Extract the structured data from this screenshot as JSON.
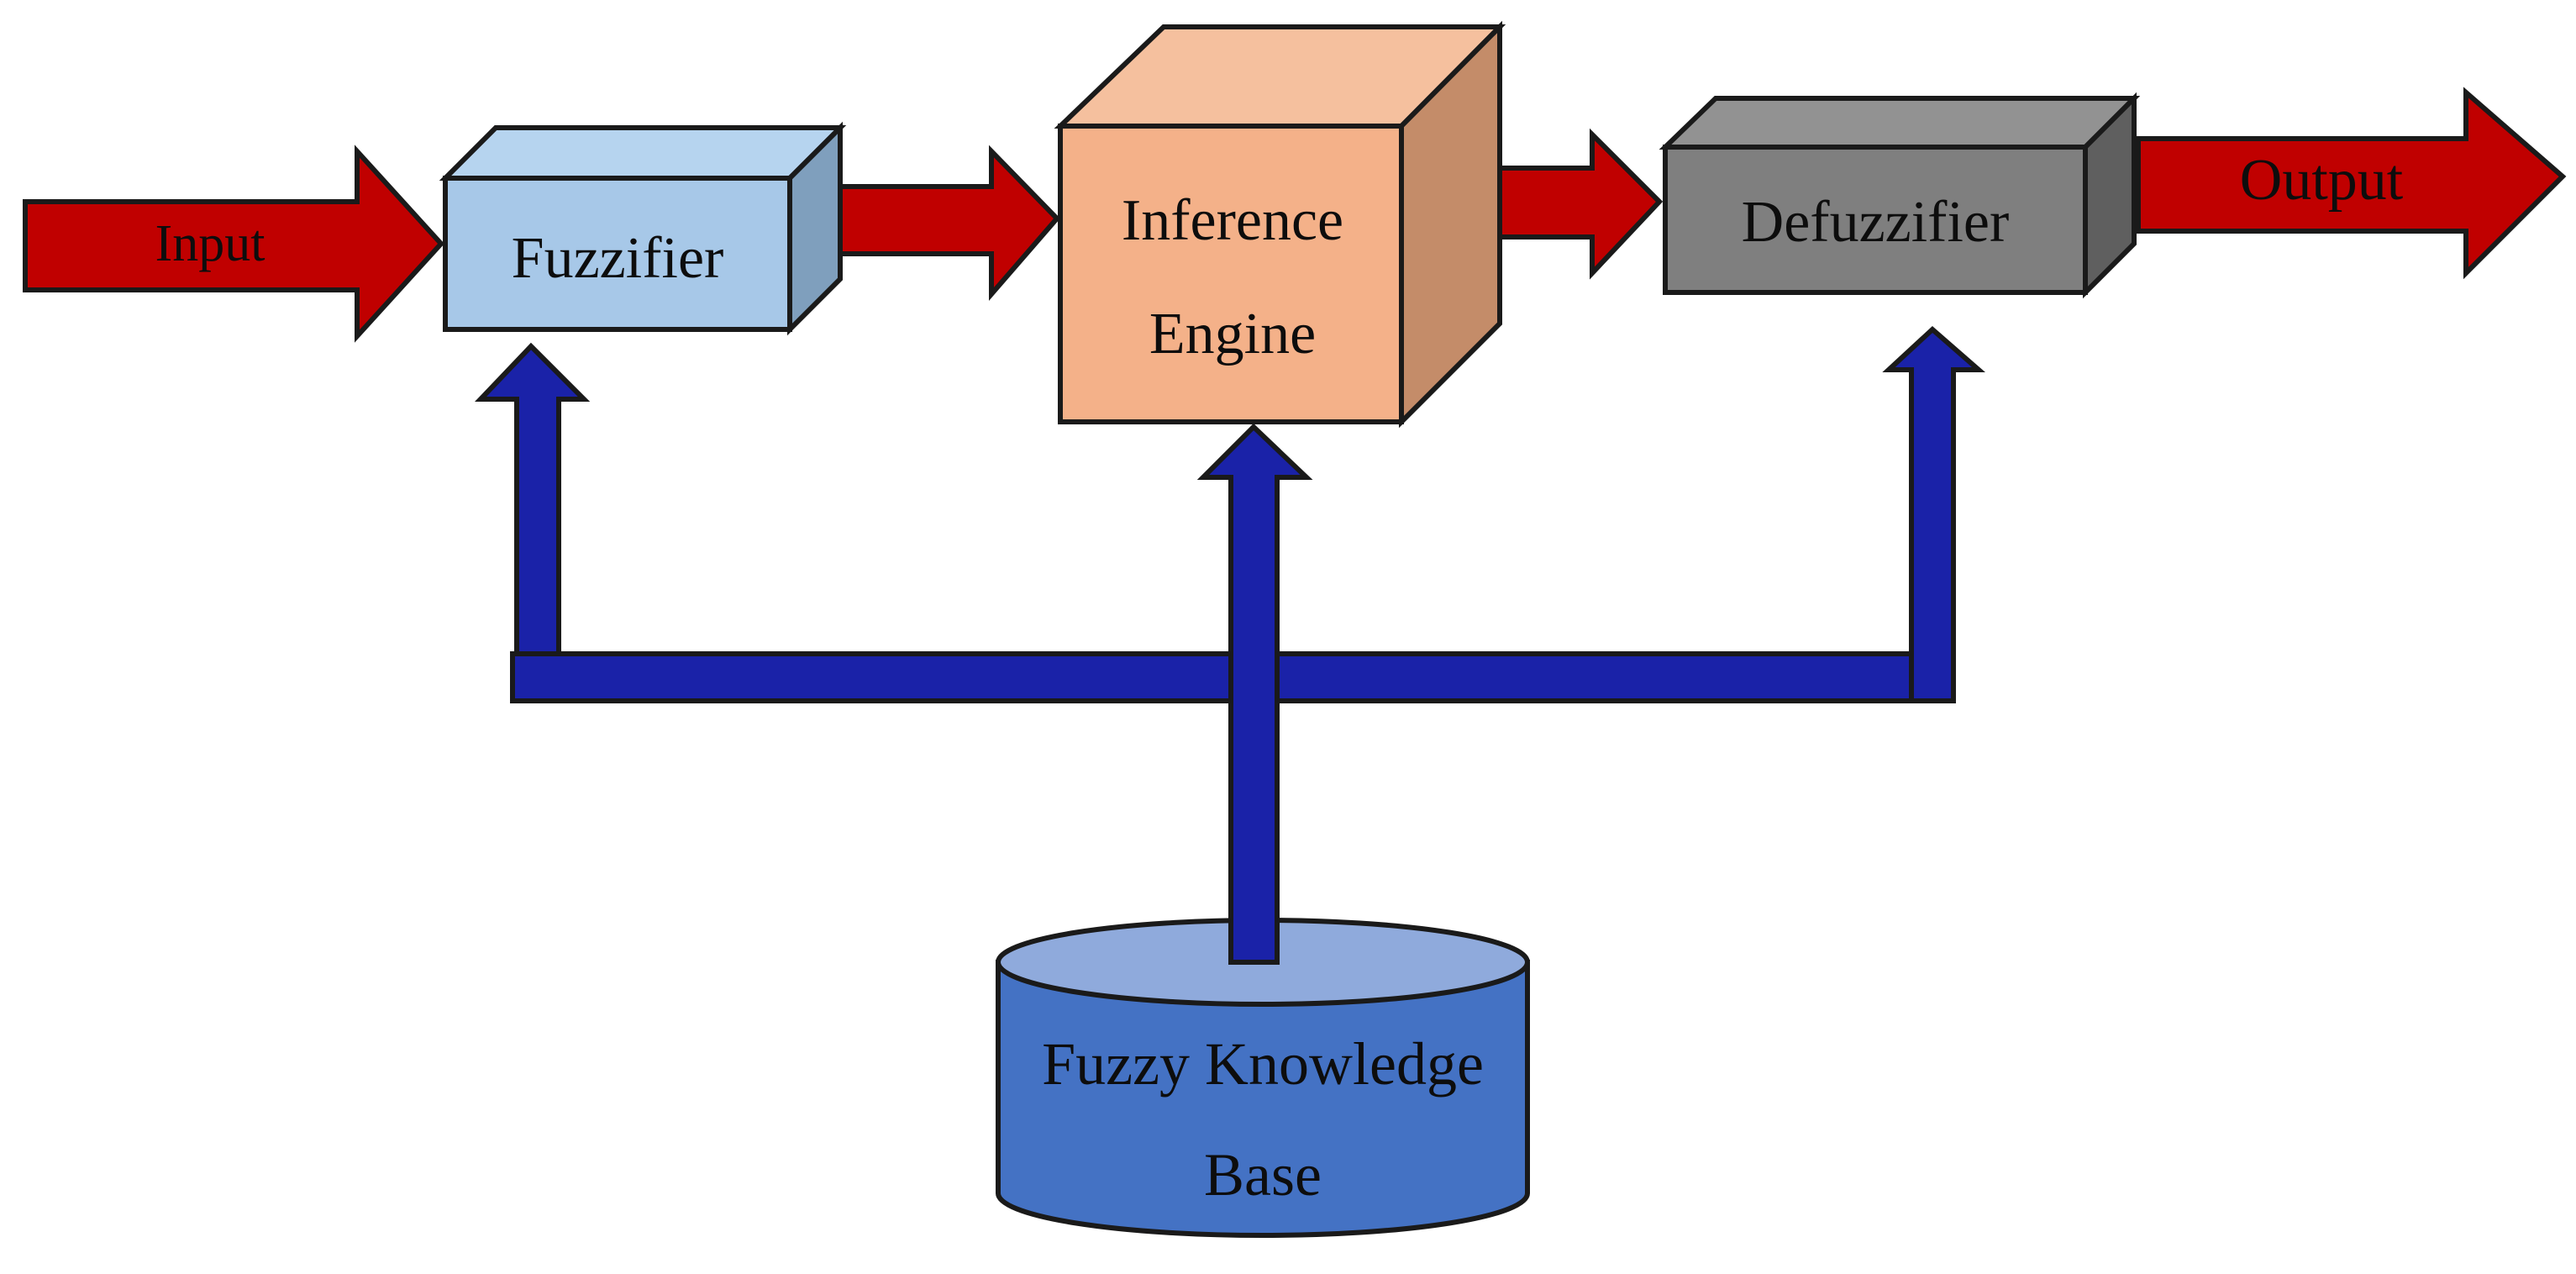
{
  "labels": {
    "input": "Input",
    "output": "Output",
    "fuzzifier": "Fuzzifier",
    "inference_line1": "Inference",
    "inference_line2": "Engine",
    "defuzzifier": "Defuzzifier",
    "kb_line1": "Fuzzy Knowledge",
    "kb_line2": "Base"
  },
  "colors": {
    "flow_arrow": "#c00000",
    "knowledge_arrow": "#1a22a8",
    "fuzzifier_front": "#a7c8e8",
    "fuzzifier_top": "#b6d4ef",
    "fuzzifier_side": "#7f9fbd",
    "inference_front": "#f4b189",
    "inference_top": "#f5c09e",
    "inference_side": "#c48c69",
    "defuzzifier_front": "#7f7f7f",
    "defuzzifier_top": "#929292",
    "defuzzifier_side": "#5f5f5f",
    "cylinder_body": "#4472c4",
    "cylinder_top": "#8faadc"
  }
}
